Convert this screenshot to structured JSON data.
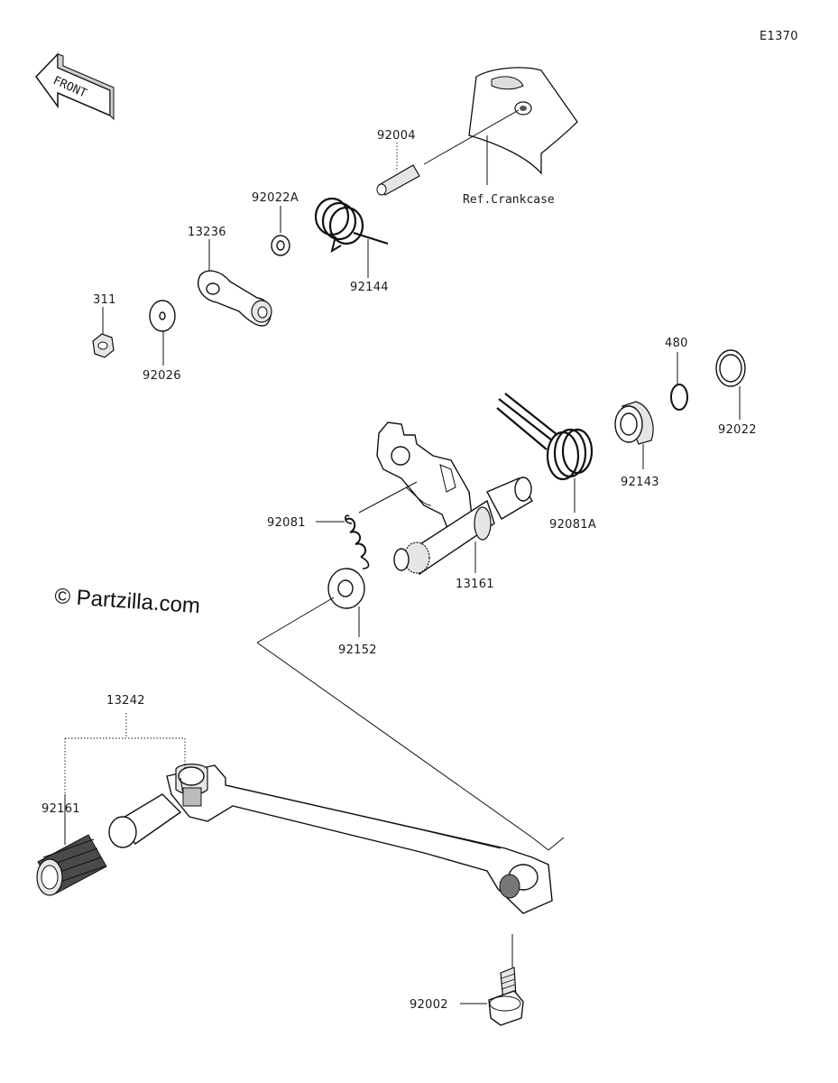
{
  "diagram_code": "E1370",
  "front_label": "FRONT",
  "ref_label": "Ref.Crankcase",
  "watermark": "© Partzilla.com",
  "parts": {
    "p92004": "92004",
    "p92022A": "92022A",
    "p13236": "13236",
    "p92144": "92144",
    "p311": "311",
    "p92026": "92026",
    "p480": "480",
    "p92022": "92022",
    "p92143": "92143",
    "p92081": "92081",
    "p92081A": "92081A",
    "p13161": "13161",
    "p92152": "92152",
    "p13242": "13242",
    "p92161": "92161",
    "p92002": "92002"
  }
}
